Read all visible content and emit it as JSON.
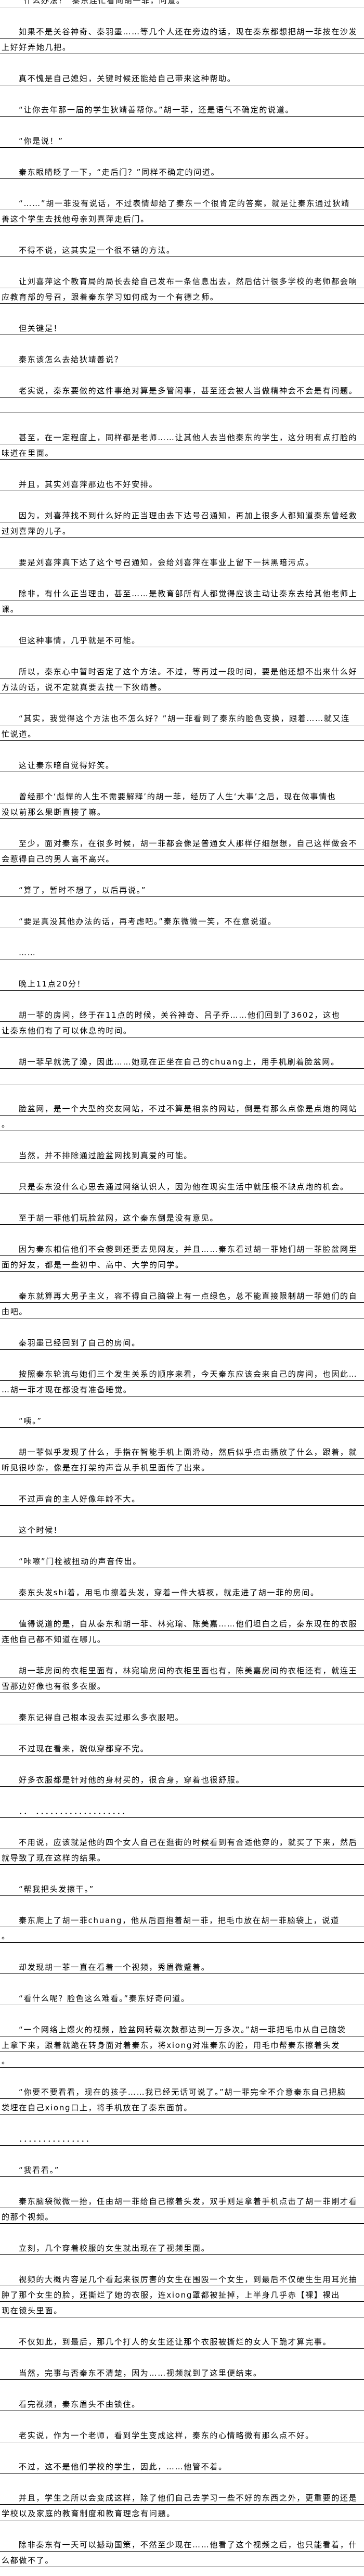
{
  "paragraphs": [
    [
      "“什么办法？”秦东连忙看向胡一菲，问道。"
    ],
    [
      "如果不是关谷神奇、秦羽墨……等几个人还在旁边的话，现在秦东都想把胡一菲按在沙发",
      "上好好弄她几把。"
    ],
    [
      "真不愧是自己媳妇，关键时候还能给自己带来这种帮助。"
    ],
    [
      "“让你去年那一届的学生狄靖善帮你。”胡一菲，还是语气不确定的说道。"
    ],
    [
      "“你是说！”"
    ],
    [
      "秦东眼睛眨了一下，“走后门？”同样不确定的问道。"
    ],
    [
      "“……”胡一菲没有说话，不过表情却给了秦东一个很肯定的答案，就是让秦东通过狄靖",
      "善这个学生去找他母亲刘喜萍走后门。"
    ],
    [
      "不得不说，这其实是一个很不错的方法。"
    ],
    [
      "让刘喜萍这个教育局的局长去给自己发布一条信息出去，然后估计很多学校的老师都会响",
      "应教育部的号召，跟着秦东学习如何成为一个有德之师。"
    ],
    [
      "但关键是！"
    ],
    [
      "秦东该怎么去给狄靖善说？"
    ],
    [
      "老实说，秦东要做的这件事绝对算是多管闲事，甚至还会被人当做精神会不会是有问题。",
      ""
    ],
    [
      "甚至，在一定程度上，同样都是老师……让其他人去当他秦东的学生，这分明有点打脸的",
      "味道在里面。"
    ],
    [
      "并且，其实刘喜萍那边也不好安排。"
    ],
    [
      "因为，刘喜萍找不到什么好的正当理由去下达号召通知，再加上很多人都知道秦东曾经救",
      "过刘喜萍的儿子。"
    ],
    [
      "要是刘喜萍真下达了这个号召通知，会给刘喜萍在事业上留下一抹黑暗污点。"
    ],
    [
      "除非，有什么正当理由，甚至……是教育部所有人都觉得应该主动让秦东去给其他老师上",
      "课。"
    ],
    [
      "但这种事情，几乎就是不可能。"
    ],
    [
      "所以，秦东心中暂时否定了这个方法。不过，等再过一段时间，要是他还想不出来什么好",
      "方法的话，说不定就真要去找一下狄靖善。"
    ],
    [
      "“其实，我觉得这个方法也不怎么好？”胡一菲看到了秦东的脸色变换，跟着……就又连",
      "忙说道。"
    ],
    [
      "这让秦东暗自觉得好笑。"
    ],
    [
      "曾经那个‘彪悍的人生不需要解释’的胡一菲，经历了人生‘大事’之后，现在做事情也",
      "没以前那么果断直接了嘛。"
    ],
    [
      "至少，面对秦东，在很多时候，胡一菲都会像是普通女人那样仔细想想，自己这样做会不",
      "会惹得自己的男人高不高兴。"
    ],
    [
      "“算了，暂时不想了，以后再说。”"
    ],
    [
      "“要是真没其他办法的话，再考虑吧。”秦东微微一笑，不在意说道。"
    ],
    [
      "……"
    ],
    [
      "晚上11点20分！"
    ],
    [
      "胡一菲的房间，终于在11点的时候，关谷神奇、吕子乔……他们回到了3602，这也",
      "让秦东他们有了可以休息的时间。"
    ],
    [
      "胡一菲早就洗了澡，因此……她现在正坐在自己的chuang上，用手机刷着脸盆网。",
      ""
    ],
    [
      "脸盆网，是一个大型的交友网站，不过不算是相亲的网站，倒是有那么点像是点炮的网站",
      "。"
    ],
    [
      "当然，并不排除通过脸盆网找到真爱的可能。"
    ],
    [
      "只是秦东没什么心思去通过网络认识人，因为他在现实生活中就压根不缺点炮的机会。"
    ],
    [
      "至于胡一菲他们玩脸盆网，这个秦东倒是没有意见。"
    ],
    [
      "因为秦东相信他们不会傻到还要去见网友，并且……秦东看过胡一菲她们胡一菲脸盆网里",
      "面的好友，都是一些初中、高中、大学的同学。"
    ],
    [
      "秦东就算再大男子主义，容不得自己脑袋上有一点绿色，总不能直接限制胡一菲她们的自",
      "由吧。"
    ],
    [
      "秦羽墨已经回到了自己的房间。"
    ],
    [
      "按照秦东轮流与她们三个发生关系的顺序来看，今天秦东应该会来自己的房间，也因此…",
      "…胡一菲才现在都没有准备睡觉。"
    ],
    [
      "“咦。”"
    ],
    [
      "胡一菲似乎发现了什么，手指在智能手机上面滑动，然后似乎点击播放了什么，跟着，就",
      "听见很吵杂，像是在打架的声音从手机里面传了出来。"
    ],
    [
      "不过声音的主人好像年龄不大。"
    ],
    [
      "这个时候！"
    ],
    [
      "“咔嚓”门栓被扭动的声音传出。"
    ],
    [
      "秦东头发shi着，用毛巾擦着头发，穿着一件大裤衩，就走进了胡一菲的房间。"
    ],
    [
      "值得说道的是，自从秦东和胡一菲、林宛瑜、陈美嘉……他们坦白之后，秦东现在的衣服",
      "连他自己都不知道在哪儿。"
    ],
    [
      "胡一菲房间的衣柜里面有，林宛瑜房间的衣柜里面也有，陈美嘉房间的衣柜还有，就连王",
      "雪那边好像也有很多衣服。"
    ],
    [
      "秦东记得自己根本没去买过那么多衣服吧。"
    ],
    [
      "不过现在看来，貌似穿都穿不完。"
    ],
    [
      "好多衣服都是针对他的身材买的，很合身，穿着也很舒服。"
    ],
    [
      "．． ．．．．．．．．．．．．．．．．．．．"
    ],
    [
      "不用说，应该就是他的四个女人自己在逛街的时候看到有合适他穿的，就买了下来，然后",
      "就导致了现在这样的结果。"
    ],
    [
      "“帮我把头发擦干。”"
    ],
    [
      "秦东爬上了胡一菲chuang，他从后面抱着胡一菲，把毛巾放在胡一菲脑袋上，说道",
      "。"
    ],
    [
      "却发现胡一菲一直在看着一个视频，秀眉微蹙着。"
    ],
    [
      "“看什么呢？脸色这么难看。”秦东好奇问道。"
    ],
    [
      "“一个网络上爆火的视频，脸盆网转载次数都达到一万多次。”胡一菲把毛巾从自己脑袋",
      "上拿下来，跟着就跪在转身面对着秦东，将xiong对准秦东的脸，用毛巾帮秦东擦着头发",
      "。"
    ],
    [
      "“你要不要看看，现在的孩子……我已经无话可说了。”胡一菲完全不介意秦东自己把脑",
      "袋埋在自己xiong口上，将手机放在了秦东面前。"
    ],
    [
      "．．．．．．．．．．．．．．．"
    ],
    [
      "“我看看。”"
    ],
    [
      "秦东脑袋微微一抬，任由胡一菲给自己擦着头发，双手则是拿着手机点击了胡一菲刚才看",
      "的那个视频。"
    ],
    [
      "立刻，几个穿着校服的女生就出现在了视频里面。"
    ],
    [
      "视频的大概内容是几个看起来很厉害的女生在围殴一个女生，到最后不仅硬生生用耳光抽",
      "肿了那个女生的脸，还撕烂了她的衣服，连xiong罩都被扯掉，上半身几乎赤【裸】裸出",
      "现在镜头里面。"
    ],
    [
      "不仅如此，到最后，那几个打人的女生还让那个衣服被撕烂的女人下跪才算完事。"
    ],
    [
      "当然，完事与否秦东不清楚，因为……视频就到了这里便结束。"
    ],
    [
      "看完视频，秦东眉头不由锁住。"
    ],
    [
      "老实说，作为一个老师，看到学生变成这样，秦东的心情略微有那么点不好。"
    ],
    [
      "不过，这不是他们学校的学生，因此，……他管不着。"
    ],
    [
      "并且，学生之所以会变成这样，除了他们自己去学习一些不好的东西之外，更重要的还是",
      "学校以及家庭的教育制度和教育理念有问题。"
    ],
    [
      "除非秦东有一天可以撼动国策，不然至少现在……他看了这个视频之后，也只能看着，什",
      "么都做不了。"
    ]
  ]
}
